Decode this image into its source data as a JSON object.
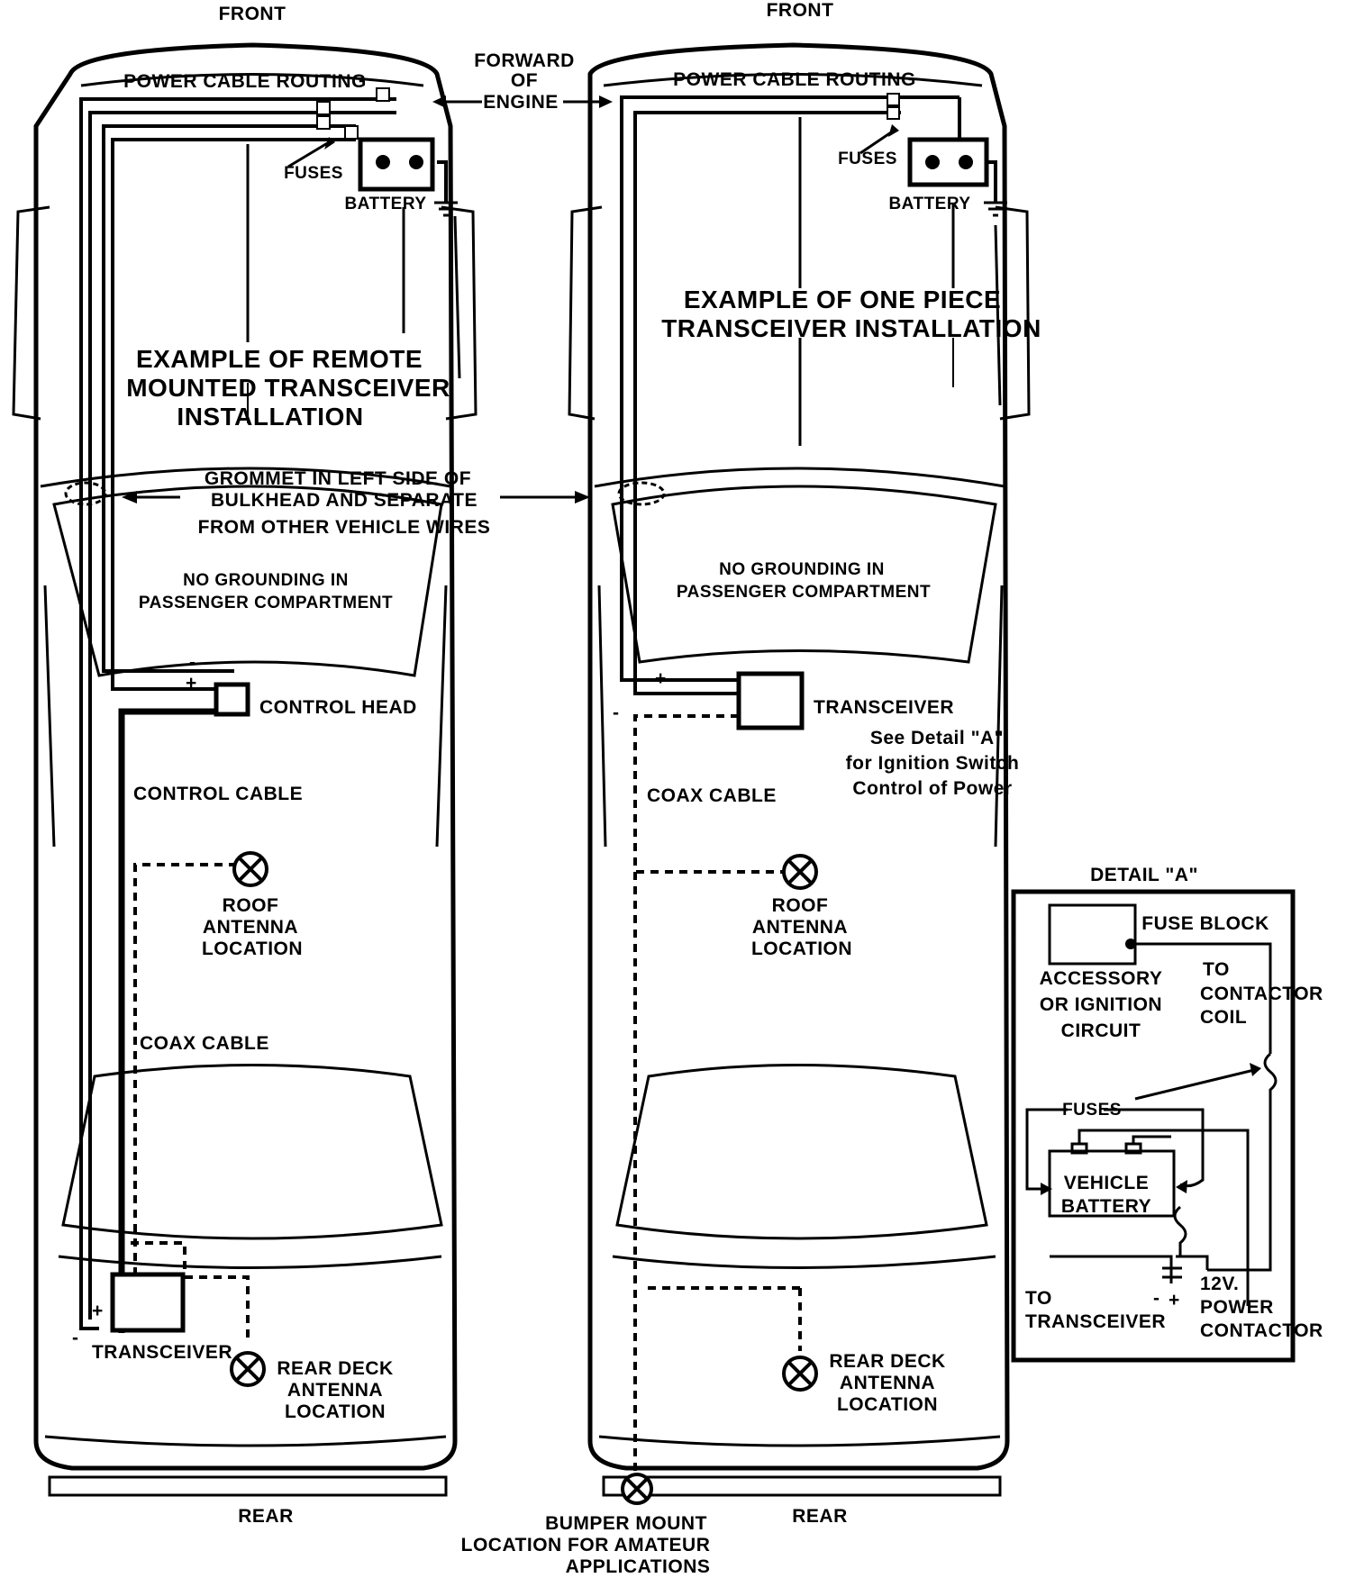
{
  "left_car": {
    "front": "FRONT",
    "rear": "REAR",
    "power_cable_routing": "POWER CABLE ROUTING",
    "fuses": "FUSES",
    "battery": "BATTERY",
    "title": [
      "EXAMPLE OF REMOTE",
      "MOUNTED TRANSCEIVER",
      "INSTALLATION"
    ],
    "no_grounding": [
      "NO GROUNDING IN",
      "PASSENGER COMPARTMENT"
    ],
    "control_head": "CONTROL HEAD",
    "control_cable": "CONTROL CABLE",
    "roof_antenna": [
      "ROOF",
      "ANTENNA",
      "LOCATION"
    ],
    "coax_cable": "COAX CABLE",
    "transceiver": "TRANSCEIVER",
    "rear_deck_antenna": [
      "REAR DECK",
      "ANTENNA",
      "LOCATION"
    ]
  },
  "center": {
    "forward_of_engine": [
      "FORWARD",
      "OF",
      "ENGINE"
    ],
    "grommet": [
      "GROMMET IN LEFT SIDE OF",
      "BULKHEAD AND SEPARATE",
      "FROM OTHER VEHICLE WIRES"
    ],
    "bumper_mount": [
      "BUMPER MOUNT",
      "LOCATION FOR AMATEUR",
      "APPLICATIONS"
    ]
  },
  "right_car": {
    "front": "FRONT",
    "rear": "REAR",
    "power_cable_routing": "POWER CABLE ROUTING",
    "fuses": "FUSES",
    "battery": "BATTERY",
    "title": [
      "EXAMPLE OF ONE PIECE",
      "TRANSCEIVER INSTALLATION"
    ],
    "no_grounding": [
      "NO GROUNDING IN",
      "PASSENGER COMPARTMENT"
    ],
    "transceiver": "TRANSCEIVER",
    "see_detail": [
      "See Detail \"A\"",
      "for Ignition Switch",
      "Control of Power"
    ],
    "coax_cable": "COAX CABLE",
    "roof_antenna": [
      "ROOF",
      "ANTENNA",
      "LOCATION"
    ],
    "rear_deck_antenna": [
      "REAR DECK",
      "ANTENNA",
      "LOCATION"
    ]
  },
  "detail_a": {
    "title": "DETAIL \"A\"",
    "fuse_block": "FUSE BLOCK",
    "accessory": [
      "ACCESSORY",
      "OR IGNITION",
      "CIRCUIT"
    ],
    "to_contactor": [
      "TO",
      "CONTACTOR",
      "COIL"
    ],
    "fuses": "FUSES",
    "vehicle_battery": [
      "VEHICLE",
      "BATTERY"
    ],
    "to_transceiver": [
      "TO",
      "TRANSCEIVER"
    ],
    "power_contactor": [
      "12V.",
      "POWER",
      "CONTACTOR"
    ]
  },
  "polarity": {
    "plus": "+",
    "minus": "-"
  }
}
